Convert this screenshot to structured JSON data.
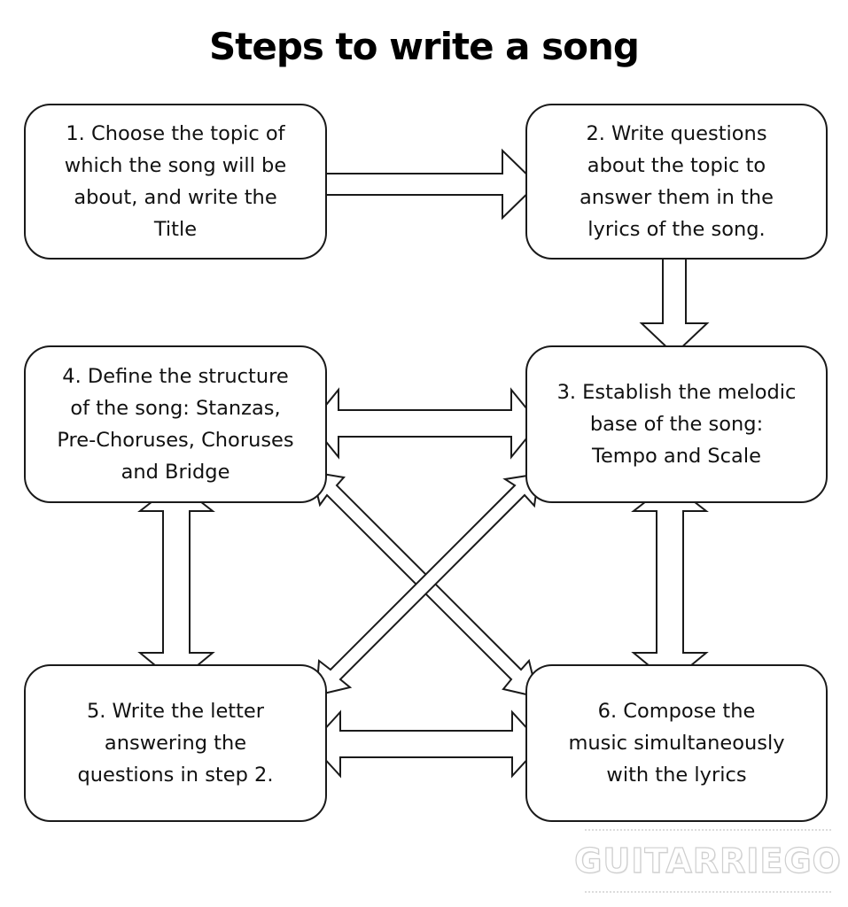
{
  "title": "Steps to write a song",
  "steps": [
    {
      "id": 1,
      "lines": [
        "1. Choose the topic of",
        "which the song will be",
        "about, and write the",
        "Title"
      ]
    },
    {
      "id": 2,
      "lines": [
        "2. Write questions",
        "about the topic to",
        "answer them in the",
        "lyrics of the song."
      ]
    },
    {
      "id": 3,
      "lines": [
        "3. Establish the melodic",
        "base of the song:",
        "Tempo and Scale"
      ]
    },
    {
      "id": 4,
      "lines": [
        "4. Define the structure",
        "of the song: Stanzas,",
        "Pre-Choruses, Choruses",
        "and Bridge"
      ]
    },
    {
      "id": 5,
      "lines": [
        "5. Write the letter",
        "answering the",
        "questions in step 2."
      ]
    },
    {
      "id": 6,
      "lines": [
        "6. Compose the",
        "music simultaneously",
        "with the lyrics"
      ]
    }
  ],
  "connections": [
    {
      "from": 1,
      "to": 2,
      "direction": "one-way"
    },
    {
      "from": 2,
      "to": 3,
      "direction": "one-way"
    },
    {
      "from": 4,
      "to": 3,
      "direction": "two-way"
    },
    {
      "from": 4,
      "to": 5,
      "direction": "two-way"
    },
    {
      "from": 3,
      "to": 6,
      "direction": "two-way"
    },
    {
      "from": 5,
      "to": 6,
      "direction": "two-way"
    },
    {
      "from": 4,
      "to": 6,
      "direction": "two-way"
    },
    {
      "from": 3,
      "to": 5,
      "direction": "two-way"
    }
  ],
  "watermark": "GUITARRIEGO",
  "colors": {
    "stroke": "#1a1a1a",
    "fill": "#ffffff",
    "watermark": "#cfcfcf"
  }
}
